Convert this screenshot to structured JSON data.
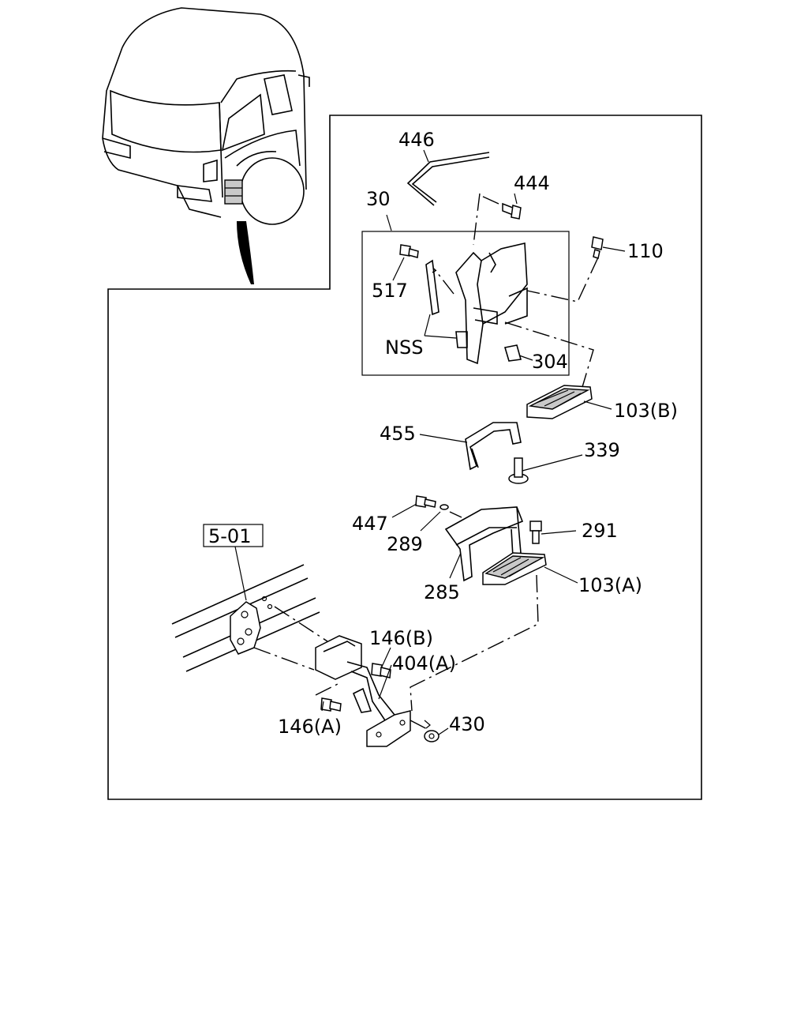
{
  "callouts": {
    "p446": "446",
    "p444": "444",
    "p30": "30",
    "p110": "110",
    "p517": "517",
    "nss": "NSS",
    "p304": "304",
    "p103b": "103(B)",
    "p455": "455",
    "p339": "339",
    "p447": "447",
    "p289": "289",
    "p291": "291",
    "ref501": "5-01",
    "p285": "285",
    "p103a": "103(A)",
    "p146b": "146(B)",
    "p404a": "404(A)",
    "p146a": "146(A)",
    "p430": "430"
  }
}
